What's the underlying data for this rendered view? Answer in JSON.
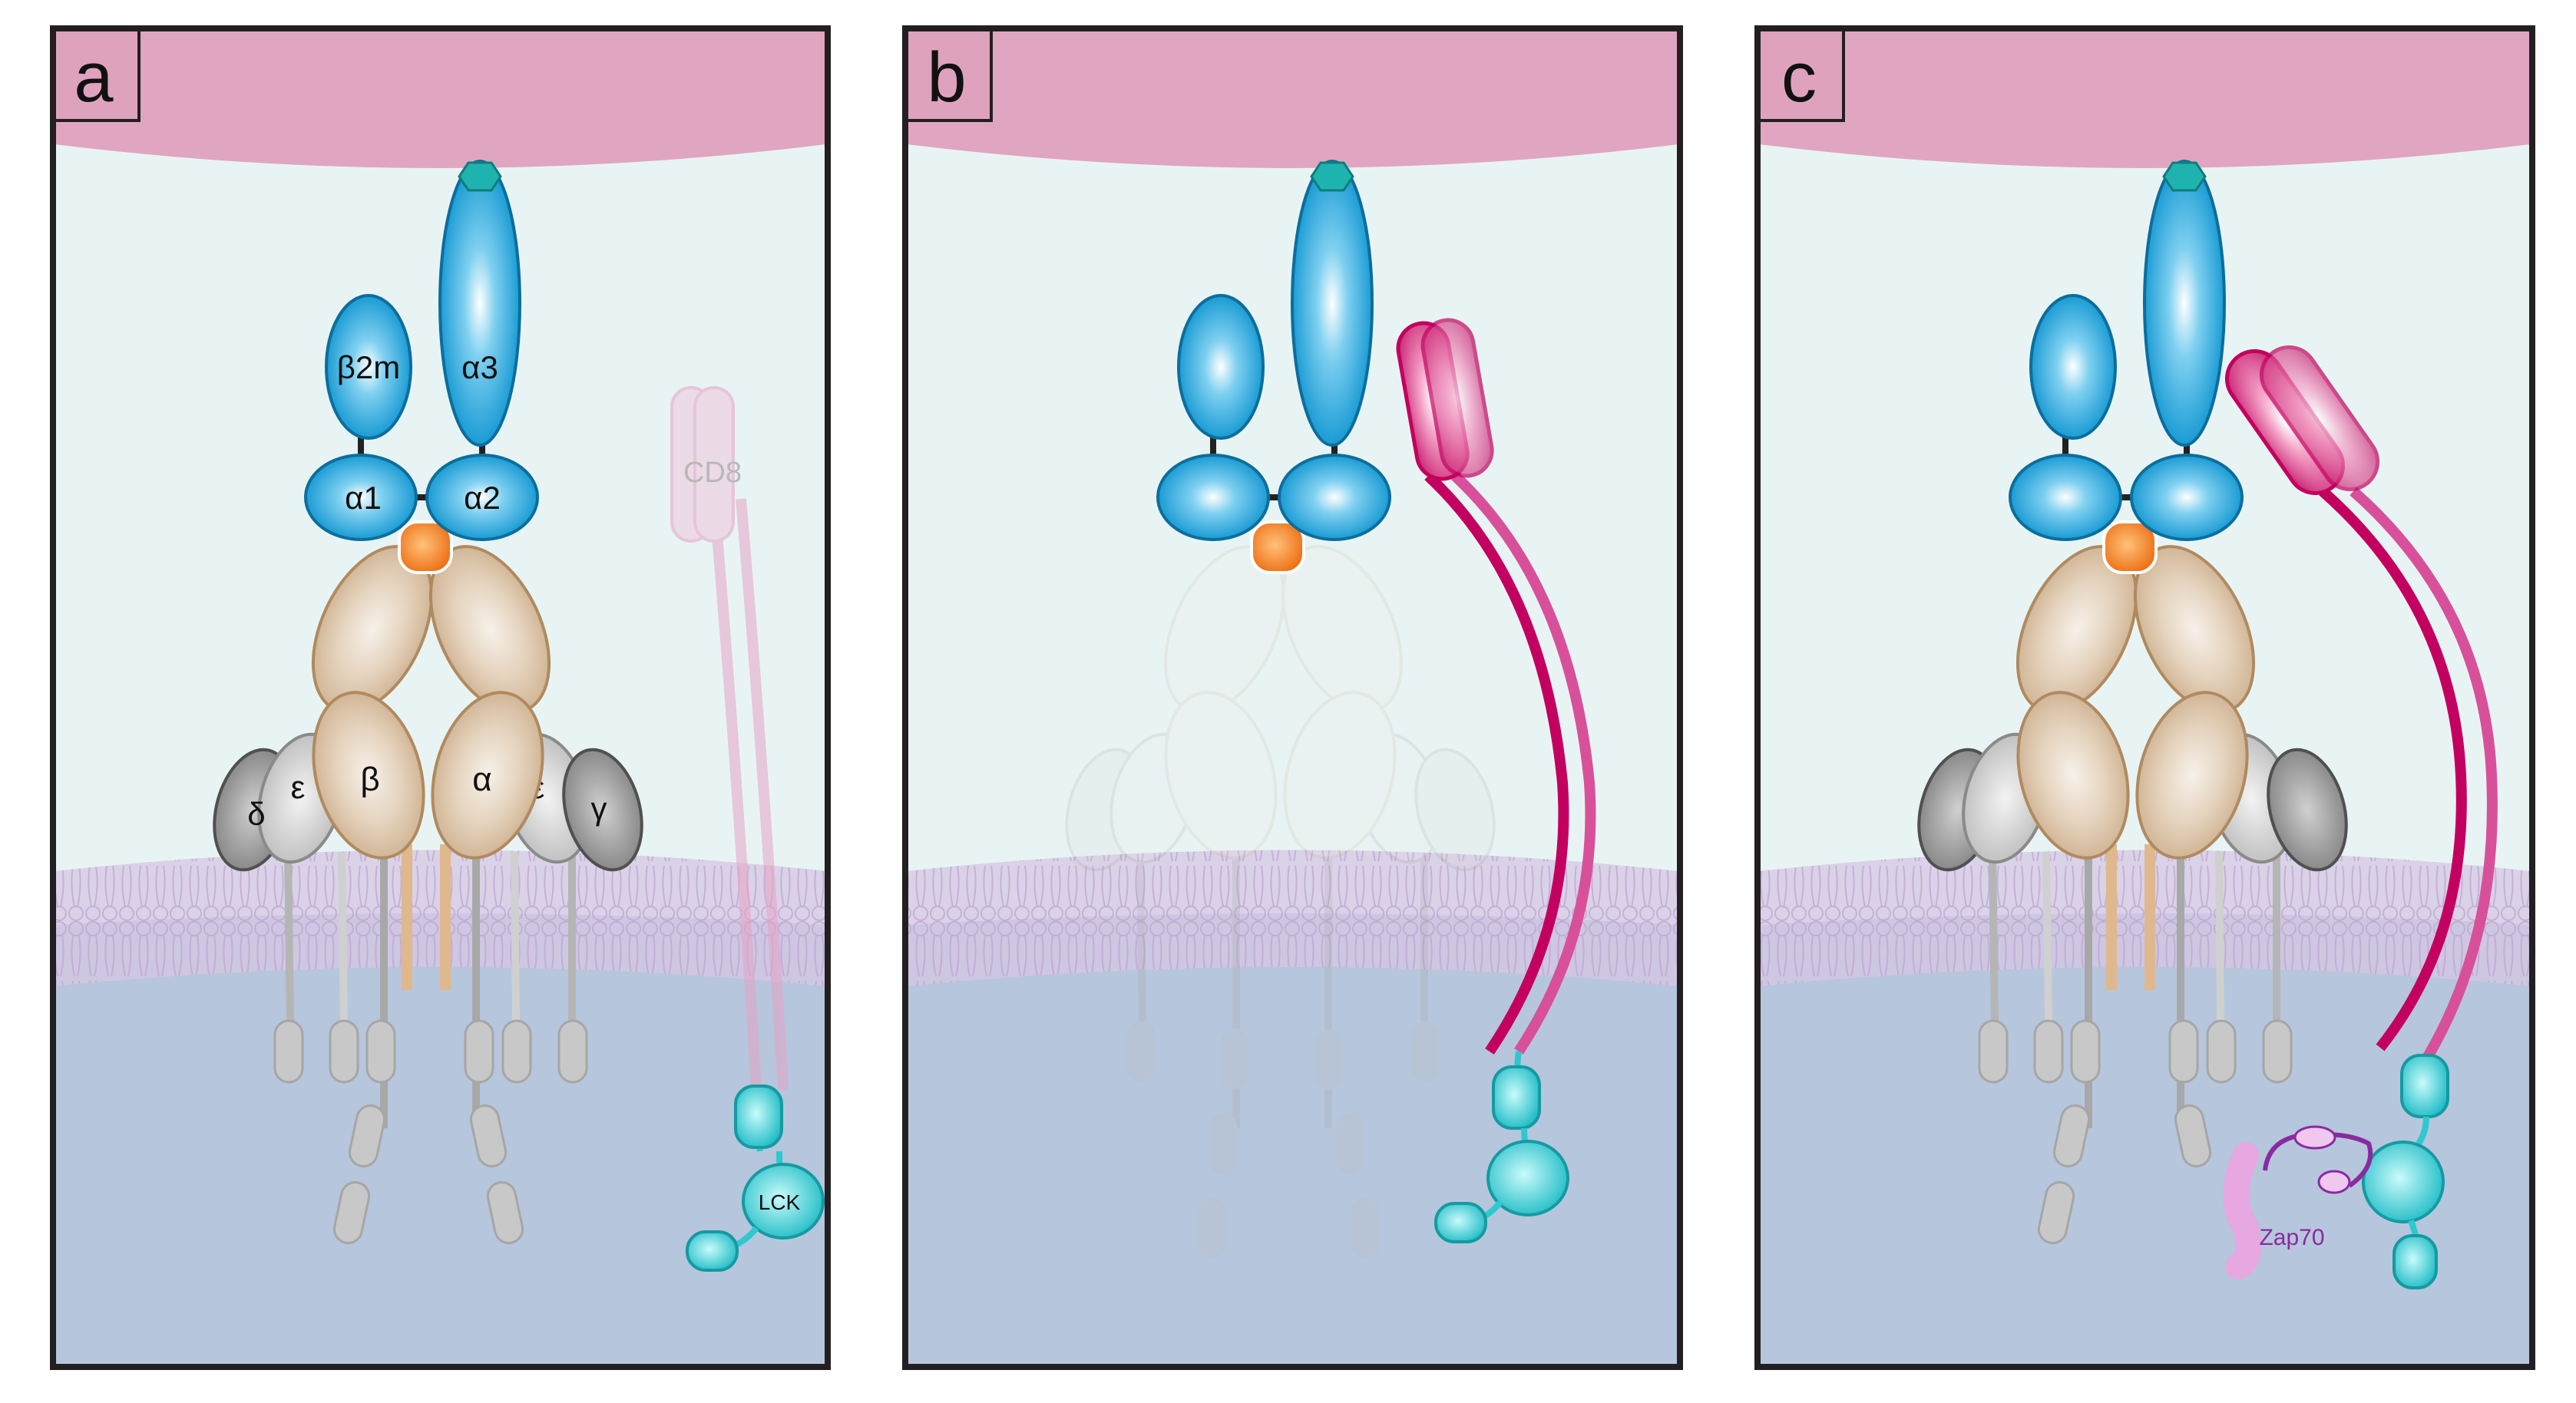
{
  "panels": [
    {
      "letter": "a",
      "mhc": {
        "b2m": "β2m",
        "a3": "α3",
        "a1": "α1",
        "a2": "α2"
      },
      "tcr": {
        "beta": "β",
        "alpha": "α"
      },
      "cd3": {
        "delta": "δ",
        "eps_left": "ε",
        "eps_right": "ε",
        "gamma": "γ"
      },
      "cd8": "CD8",
      "lck": "LCK"
    },
    {
      "letter": "b"
    },
    {
      "letter": "c",
      "zap70": "Zap70"
    }
  ],
  "colors": {
    "apc_membrane": "#dea6c0",
    "extracellular": "#e6f3f3",
    "cytoplasm": "#b8c8dc",
    "lipid_bilayer": "#c9b3d8",
    "mhc_blue": "#1aa2d8",
    "peptide_orange": "#f07d22",
    "tcr_tan": "#d3b99a",
    "cd3_grey_dark": "#8e8e8e",
    "cd3_grey_light": "#c9c9c9",
    "cd8_magenta": "#c2005e",
    "lck_teal": "#2ec8cf",
    "zap70_purple": "#8a2aa0",
    "panel_border": "#231f20"
  }
}
